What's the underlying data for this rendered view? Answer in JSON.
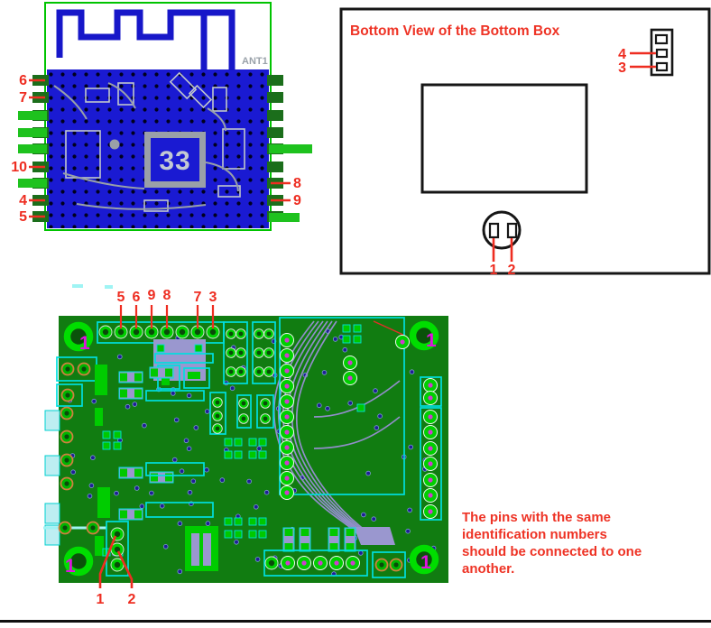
{
  "module": {
    "ant_label": "ANT1",
    "chip_label": "33",
    "left_pins": [
      {
        "label": "6"
      },
      {
        "label": "7"
      },
      {
        "label": "10"
      },
      {
        "label": "4"
      },
      {
        "label": "5"
      }
    ],
    "right_pins": [
      {
        "label": "8"
      },
      {
        "label": "9"
      }
    ]
  },
  "bottom_box": {
    "title": "Bottom View of the Bottom Box",
    "connector_pins": [
      {
        "label": "4"
      },
      {
        "label": "3"
      }
    ],
    "plug_pins": [
      {
        "label": "1"
      },
      {
        "label": "2"
      }
    ]
  },
  "pcb": {
    "top_pins": [
      {
        "label": "5"
      },
      {
        "label": "6"
      },
      {
        "label": "9"
      },
      {
        "label": "8"
      },
      {
        "label": "7"
      },
      {
        "label": "3"
      }
    ],
    "bottom_pins": [
      {
        "label": "1"
      },
      {
        "label": "2"
      }
    ],
    "corner_marks": [
      "1",
      "1",
      "1",
      "1"
    ]
  },
  "note": {
    "text": "The pins with the same identification numbers should be connected to one another."
  },
  "colors": {
    "label_red": "#ee2d21",
    "board_green": "#117c11",
    "module_blue": "#1a1ad2",
    "silk_cyan": "#00dfdf",
    "pad_green": "#00cf00",
    "mark_magenta": "#df12df"
  }
}
